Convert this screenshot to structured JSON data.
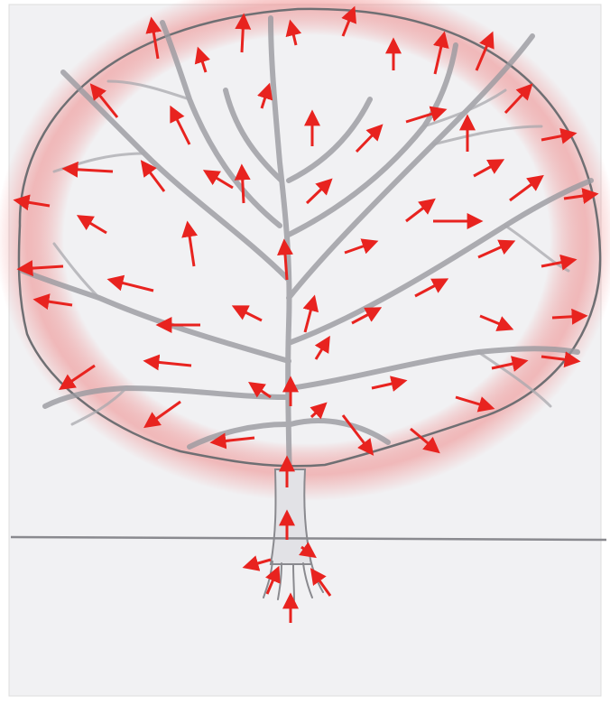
{
  "illustration": {
    "subject": "tree",
    "background_color": "#f1f1f3",
    "sketch_color": "#6f6f73",
    "crown_glow_color": "#f08a8a",
    "arrow_color": "#e8231f",
    "arrow_icon": "red-arrow-icon",
    "parts": [
      "crown-outline",
      "branches",
      "trunk",
      "ground-line",
      "roots"
    ]
  }
}
